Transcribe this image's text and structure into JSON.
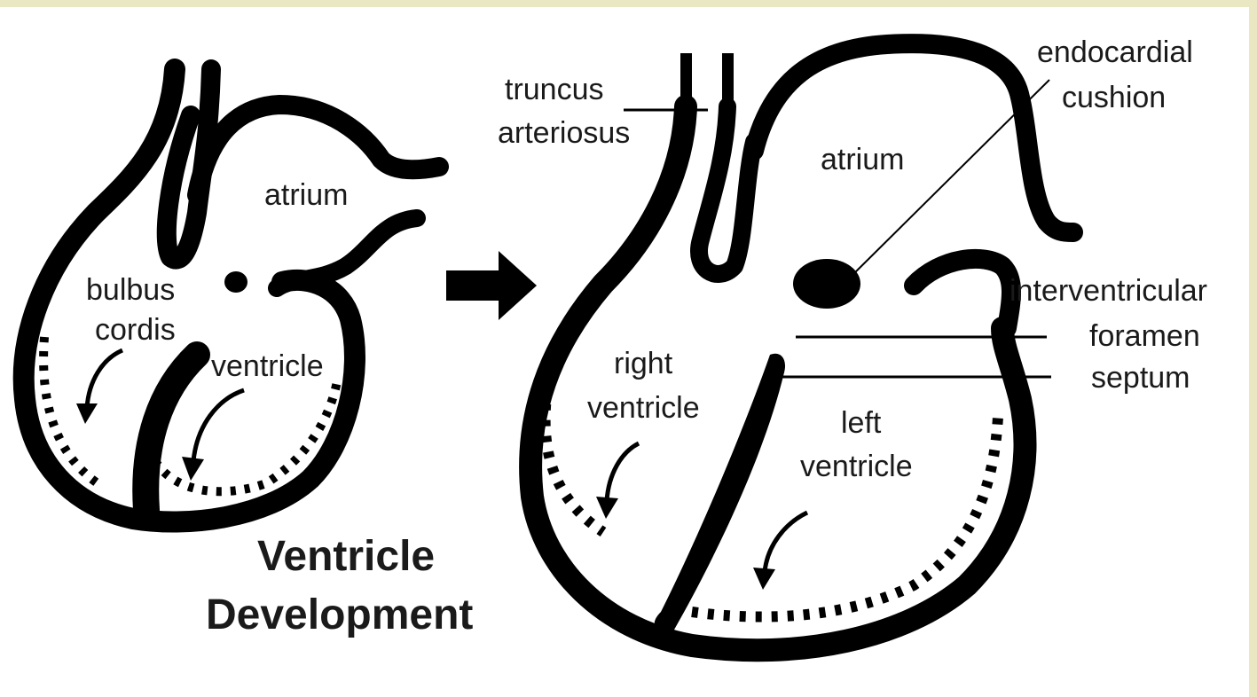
{
  "title": {
    "line1": "Ventricle",
    "line2": "Development"
  },
  "left_heart": {
    "atrium": "atrium",
    "bulbus_line1": "bulbus",
    "bulbus_line2": "cordis",
    "ventricle": "ventricle"
  },
  "right_heart": {
    "truncus_line1": "truncus",
    "truncus_line2": "arteriosus",
    "atrium": "atrium",
    "endocardial_line1": "endocardial",
    "endocardial_line2": "cushion",
    "interventricular": "interventricular",
    "foramen": "foramen",
    "septum": "septum",
    "right_ventricle_line1": "right",
    "right_ventricle_line2": "ventricle",
    "left_ventricle_line1": "left",
    "left_ventricle_line2": "ventricle"
  },
  "colors": {
    "frame_background": "#eae8c2",
    "panel_background": "#ffffff",
    "ink": "#000000"
  }
}
